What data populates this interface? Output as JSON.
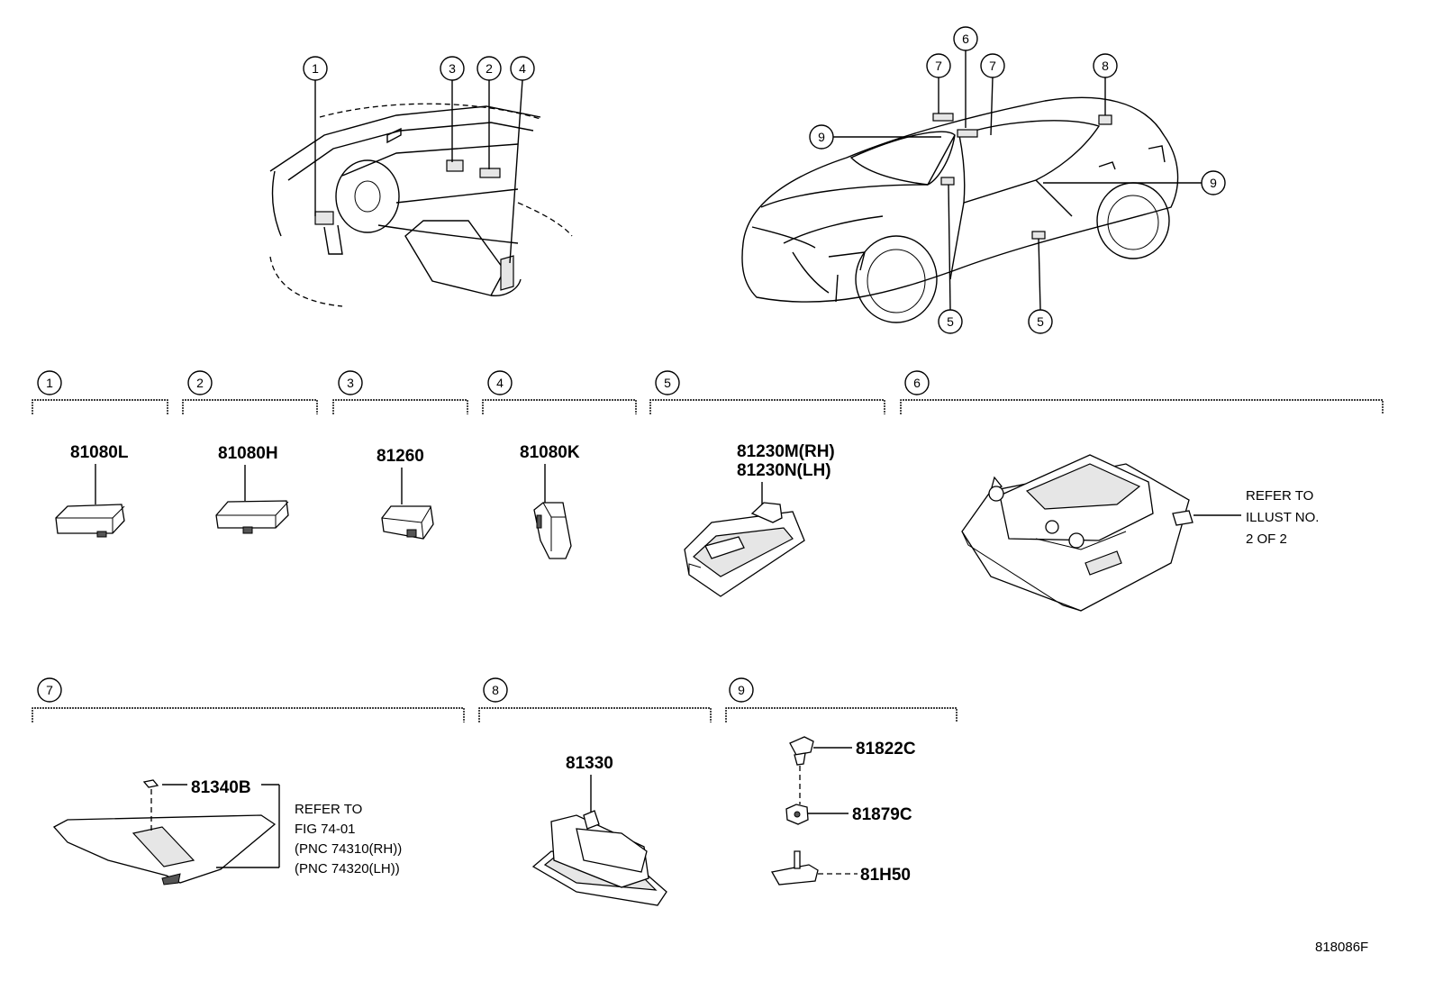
{
  "callouts": {
    "dash": [
      "1",
      "3",
      "2",
      "4"
    ],
    "car": [
      "6",
      "7",
      "7",
      "8",
      "9",
      "9",
      "5",
      "5"
    ],
    "sections": [
      "1",
      "2",
      "3",
      "4",
      "5",
      "6",
      "7",
      "8",
      "9"
    ]
  },
  "parts": {
    "p1": "81080L",
    "p2": "81080H",
    "p3": "81260",
    "p4": "81080K",
    "p5a": "81230M(RH)",
    "p5b": "81230N(LH)",
    "p7": "81340B",
    "p8": "81330",
    "p9a": "81822C",
    "p9b": "81879C",
    "p9c": "81H50"
  },
  "notes": {
    "refer6": [
      "REFER TO",
      "ILLUST NO.",
      "2 OF 2"
    ],
    "refer7": [
      "REFER TO",
      "FIG 74-01",
      "(PNC 74310(RH))",
      "(PNC 74320(LH))"
    ]
  },
  "figure_id": "818086F"
}
